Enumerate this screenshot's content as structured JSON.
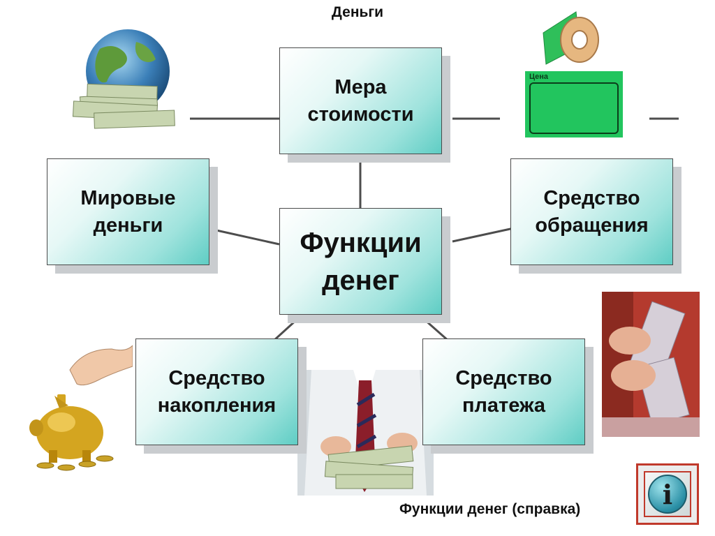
{
  "header": {
    "title": "Деньги"
  },
  "diagram": {
    "center": "Функции\nденег",
    "nodes": {
      "measure": "Мера\nстоимости",
      "world": "Мировые\nденьги",
      "circulation": "Средство\nобращения",
      "accumulation": "Средство\nнакопления",
      "payment": "Средство\nплатежа"
    }
  },
  "price_tag": {
    "label": "Цена"
  },
  "footer": {
    "caption": "Функции денег (справка)",
    "info_glyph": "i"
  },
  "colors": {
    "box_light": "#e6f8f6",
    "box_dark": "#5fcdc4",
    "tag_green": "#22c55e",
    "info_border": "#c0392b"
  }
}
